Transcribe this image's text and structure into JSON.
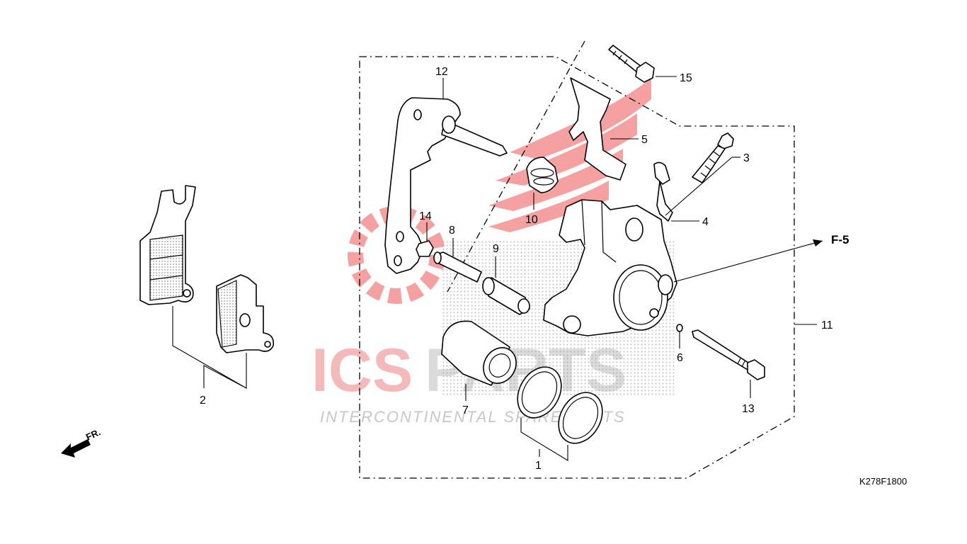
{
  "diagram": {
    "catalog_code": "K278F1800",
    "front_indicator": "FR.",
    "reference_label": "F-5",
    "watermark": {
      "brand_left": "ICS",
      "brand_right": "PARTS",
      "tagline": "INTERCONTINENTAL SPARE PARTS",
      "brand_color": "#e23b3b",
      "gray_color": "#9a9a9a"
    },
    "callouts": {
      "c1": "1",
      "c2": "2",
      "c3": "3",
      "c4": "4",
      "c5": "5",
      "c6": "6",
      "c7": "7",
      "c8": "8",
      "c9": "9",
      "c10": "10",
      "c11": "11",
      "c12": "12",
      "c13": "13",
      "c14": "14",
      "c15": "15"
    }
  }
}
